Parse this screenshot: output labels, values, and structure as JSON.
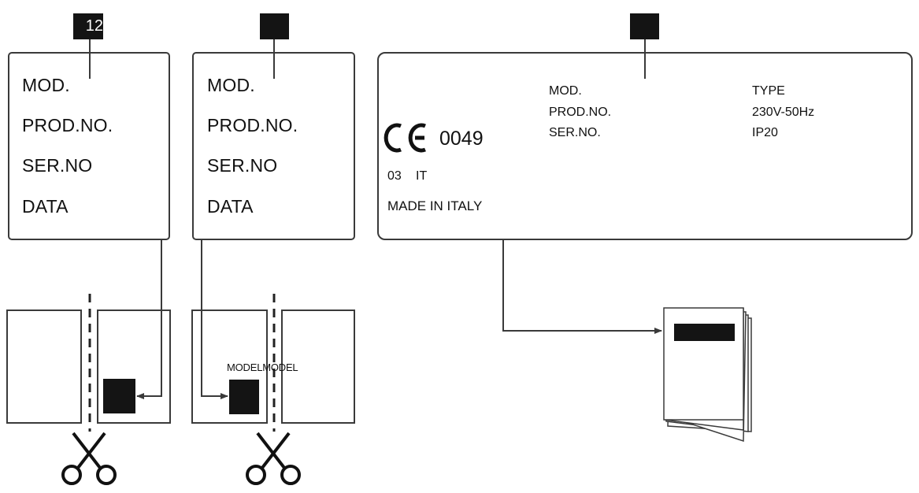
{
  "left_label": {
    "tag_number": "12",
    "lines": [
      "MOD.",
      "PROD.NO.",
      "SER.NO",
      "DATA"
    ]
  },
  "middle_label": {
    "lines": [
      "MOD.",
      "PROD.NO.",
      "SER.NO",
      "DATA"
    ]
  },
  "right_label": {
    "ce_number": "0049",
    "year": "03",
    "country": "IT",
    "made_in": "MADE IN ITALY",
    "field_labels": [
      "MOD.",
      "PROD.NO.",
      "SER.NO."
    ],
    "field_values": [
      "TYPE",
      "230V-50Hz",
      "IP20"
    ]
  },
  "cut_sheet": {
    "caption": "MODELMODEL"
  },
  "icons": {
    "scissors": "scissors-icon",
    "ce_mark": "ce-mark-icon",
    "manual": "manual-booklet-icon"
  },
  "colors": {
    "stroke": "#3a3a3a",
    "fill": "#141414"
  }
}
